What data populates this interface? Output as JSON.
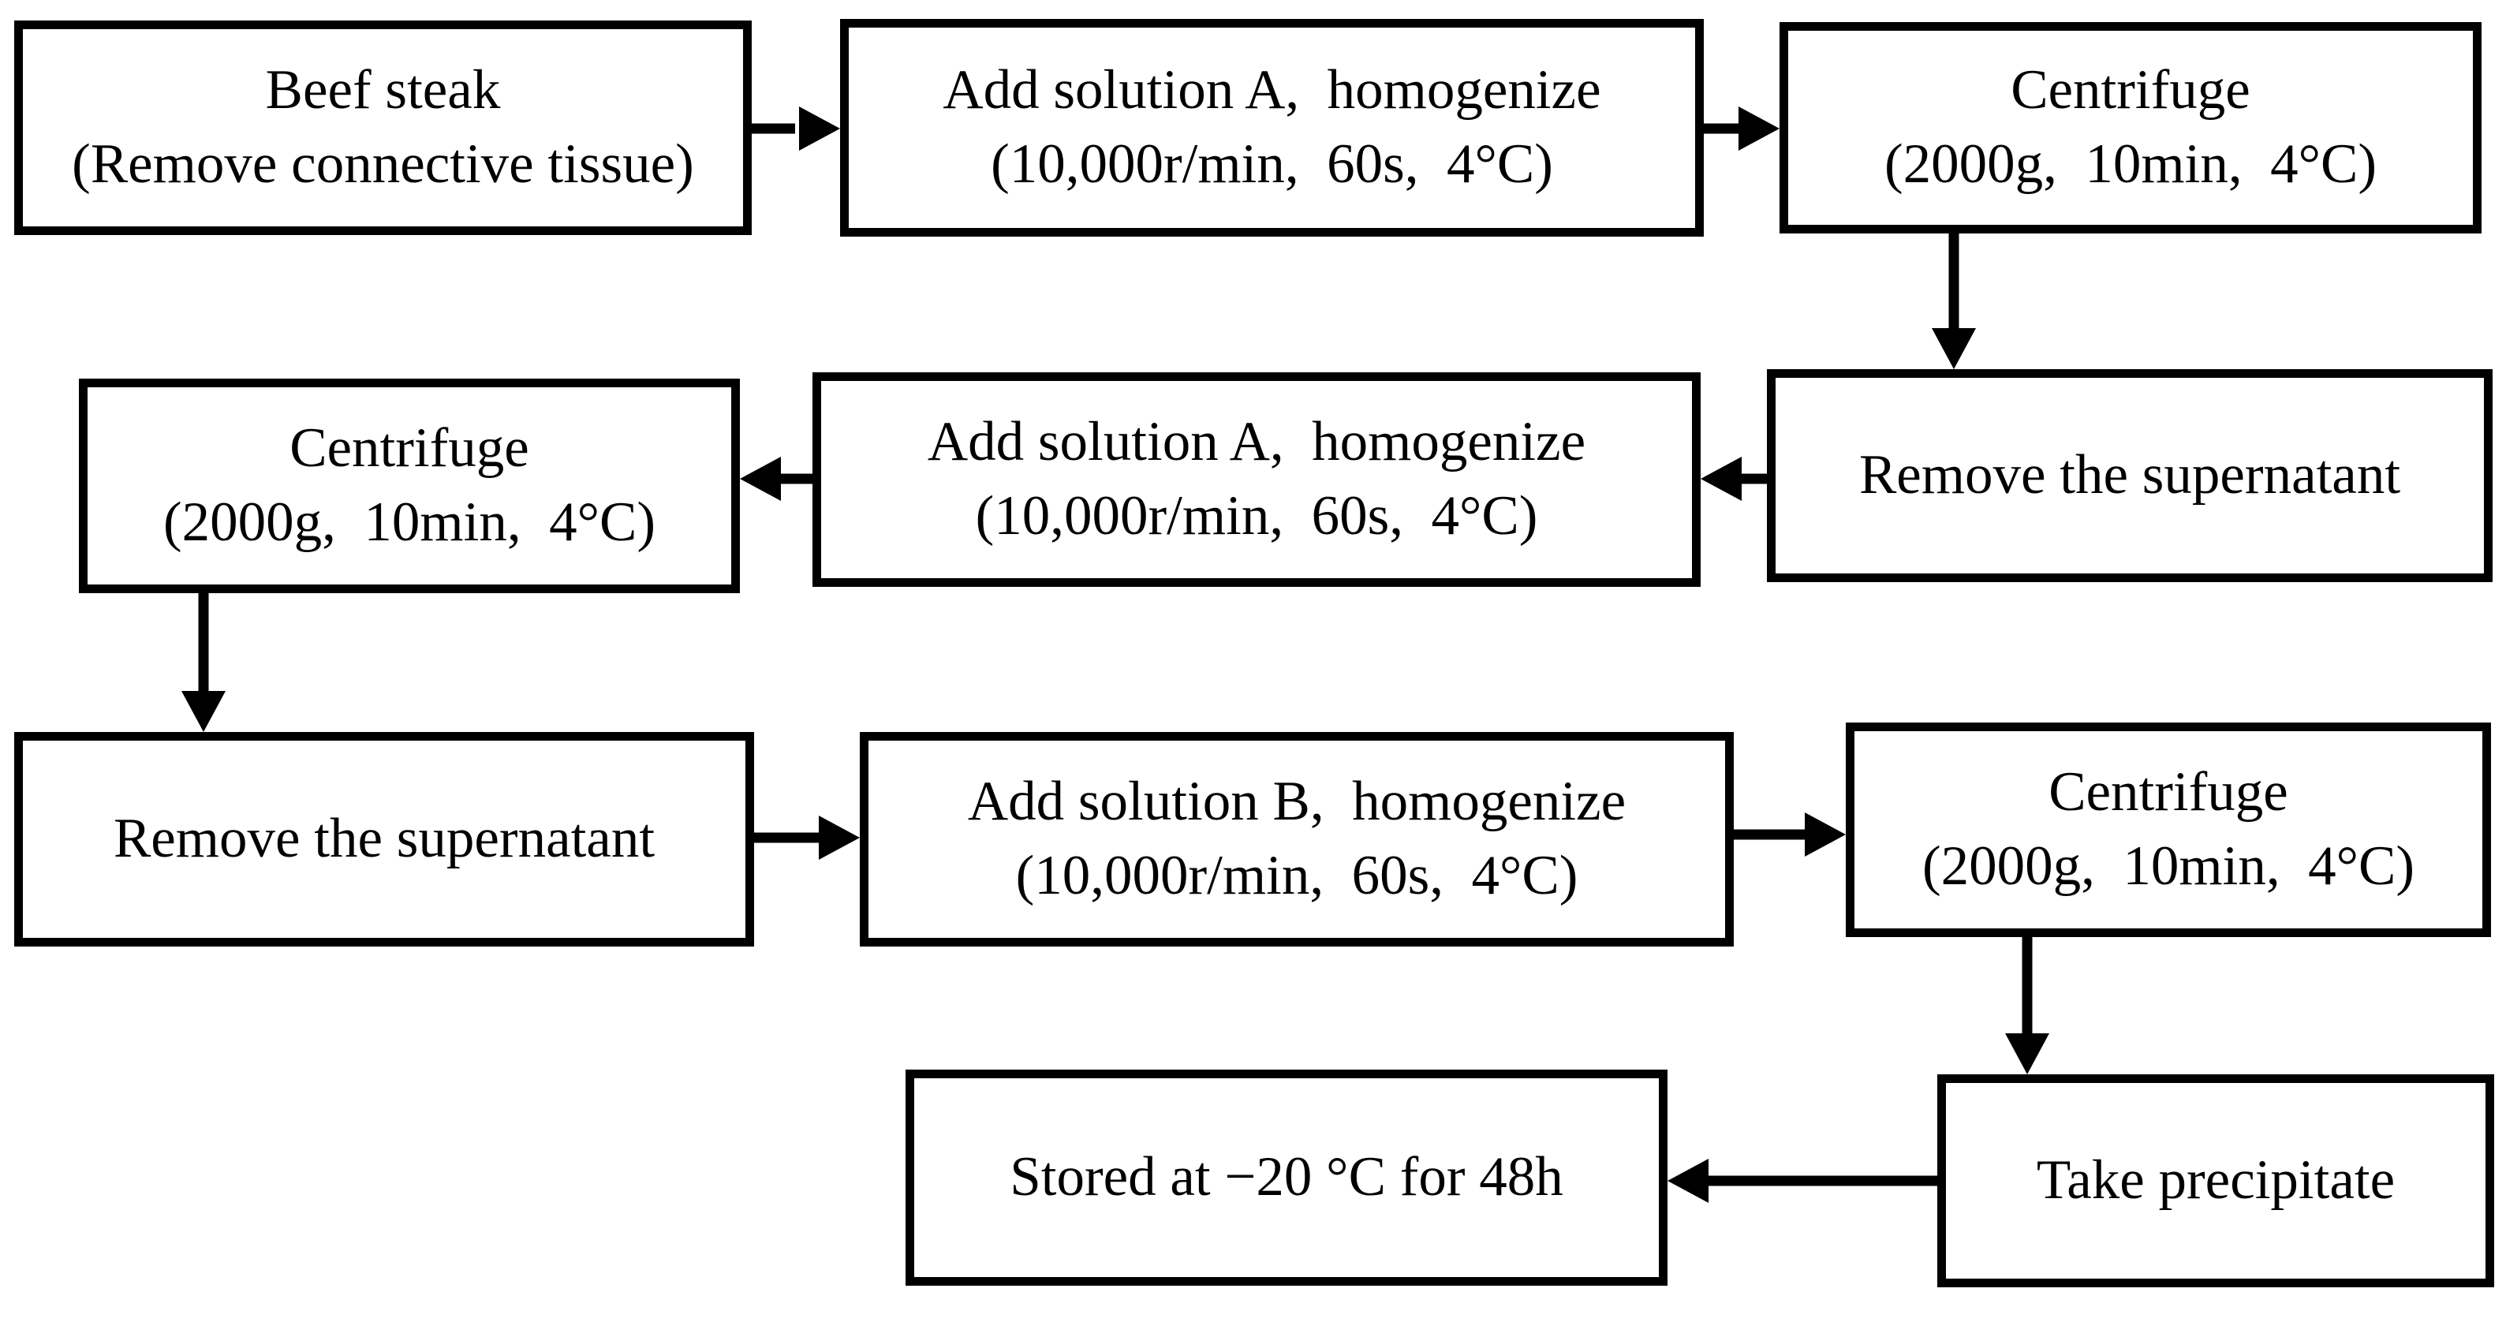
{
  "diagram": {
    "type": "flowchart",
    "colors": {
      "background": "#ffffff",
      "box_fill": "#ffffff",
      "box_border": "#000000",
      "text": "#000000",
      "arrow": "#000000"
    },
    "boxes": [
      {
        "id": "beef-steak",
        "lines": [
          "Beef steak",
          "(Remove connective tissue)"
        ]
      },
      {
        "id": "add-solution-a-1",
        "lines": [
          "Add solution A,  homogenize",
          "(10,000r/min,  60s,  4°C)"
        ]
      },
      {
        "id": "centrifuge-1",
        "lines": [
          "Centrifuge",
          "(2000g,  10min,  4°C)"
        ]
      },
      {
        "id": "remove-supernatant-1",
        "lines": [
          "Remove the supernatant"
        ]
      },
      {
        "id": "add-solution-a-2",
        "lines": [
          "Add solution A,  homogenize",
          "(10,000r/min,  60s,  4°C)"
        ]
      },
      {
        "id": "centrifuge-2",
        "lines": [
          "Centrifuge",
          "(2000g,  10min,  4°C)"
        ]
      },
      {
        "id": "remove-supernatant-2",
        "lines": [
          "Remove the supernatant"
        ]
      },
      {
        "id": "add-solution-b",
        "lines": [
          "Add solution B,  homogenize",
          "(10,000r/min,  60s,  4°C)"
        ]
      },
      {
        "id": "centrifuge-3",
        "lines": [
          "Centrifuge",
          "(2000g,  10min,  4°C)"
        ]
      },
      {
        "id": "take-precipitate",
        "lines": [
          "Take precipitate"
        ]
      },
      {
        "id": "stored-minus-20",
        "lines": [
          "Stored at −20 °C for 48h"
        ]
      }
    ],
    "edges": [
      {
        "from": "beef-steak",
        "to": "add-solution-a-1",
        "direction": "right"
      },
      {
        "from": "add-solution-a-1",
        "to": "centrifuge-1",
        "direction": "right"
      },
      {
        "from": "centrifuge-1",
        "to": "remove-supernatant-1",
        "direction": "down"
      },
      {
        "from": "remove-supernatant-1",
        "to": "add-solution-a-2",
        "direction": "left"
      },
      {
        "from": "add-solution-a-2",
        "to": "centrifuge-2",
        "direction": "left"
      },
      {
        "from": "centrifuge-2",
        "to": "remove-supernatant-2",
        "direction": "down"
      },
      {
        "from": "remove-supernatant-2",
        "to": "add-solution-b",
        "direction": "right"
      },
      {
        "from": "add-solution-b",
        "to": "centrifuge-3",
        "direction": "right"
      },
      {
        "from": "centrifuge-3",
        "to": "take-precipitate",
        "direction": "down"
      },
      {
        "from": "take-precipitate",
        "to": "stored-minus-20",
        "direction": "left"
      }
    ]
  }
}
